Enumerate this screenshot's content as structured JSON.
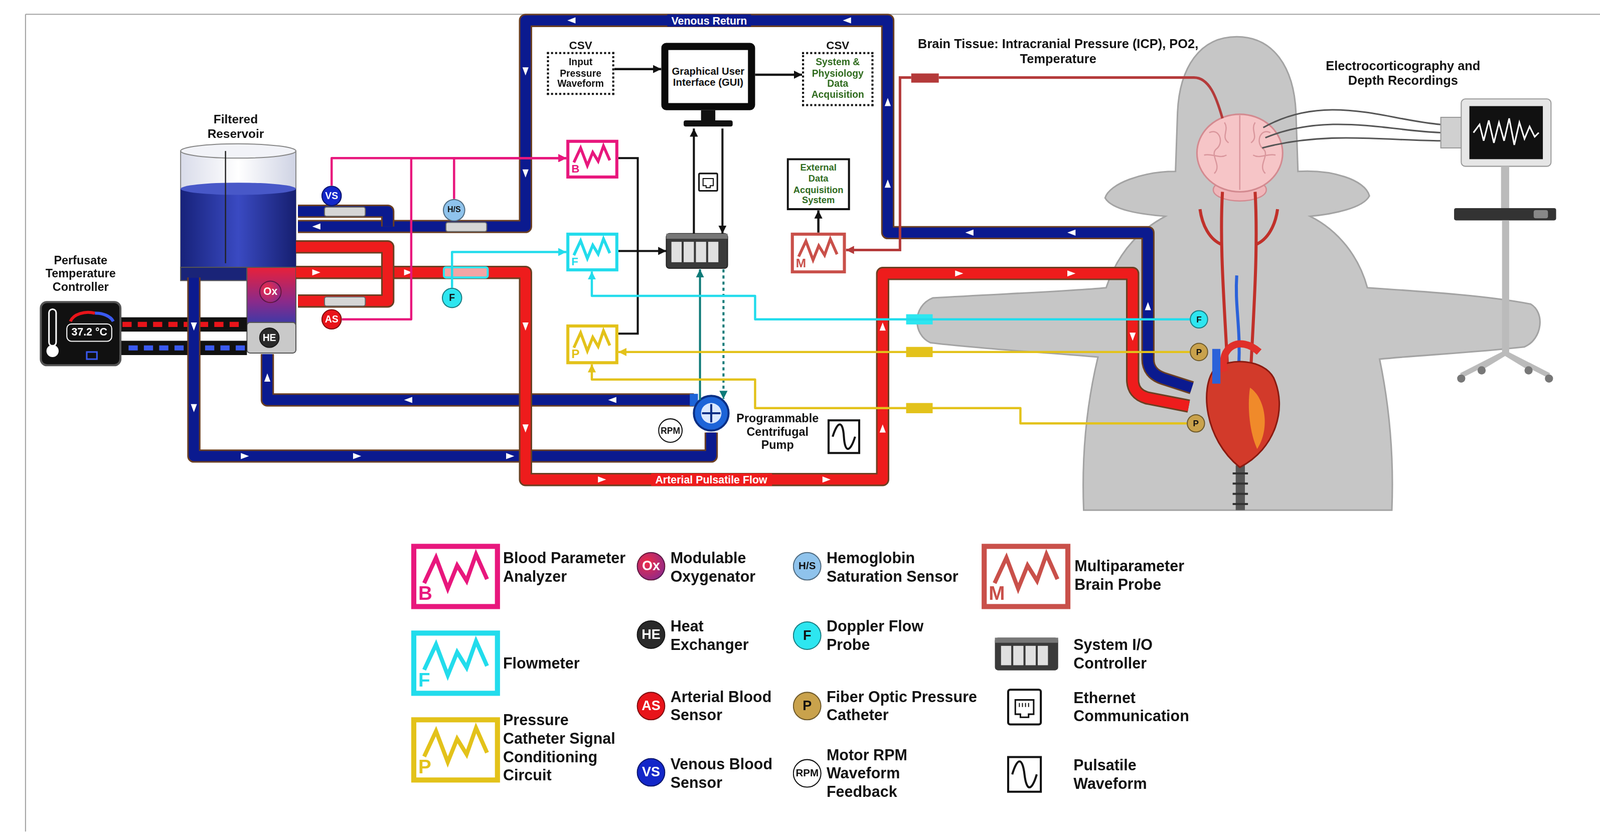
{
  "diagram": {
    "nodes": [
      {
        "text": [
          "Filtered Reservoir"
        ]
      },
      {
        "text": [
          "Perfusate Temperature Controller",
          "37.2 °C"
        ]
      },
      {
        "text": [
          "VS"
        ]
      },
      {
        "text": [
          "H/S"
        ]
      },
      {
        "text": [
          "Ox"
        ]
      },
      {
        "text": [
          "HE"
        ]
      },
      {
        "text": [
          "AS"
        ]
      },
      {
        "text": [
          "F"
        ]
      },
      {
        "text": [
          "CSV",
          "Input Pressure Waveform"
        ]
      },
      {
        "text": [
          "Graphical User Interface (GUI)"
        ]
      },
      {
        "text": [
          "CSV",
          "System & Physiology Data Acquisition"
        ]
      },
      {
        "text": [
          "B"
        ]
      },
      {
        "text": [
          "F"
        ]
      },
      {
        "text": [
          "P"
        ]
      },
      {
        "text": [
          "External Data Acquisition System"
        ]
      },
      {
        "text": [
          "M"
        ]
      },
      {
        "text": [
          "RPM"
        ]
      },
      {
        "text": [
          "Programmable Centrifugal Pump"
        ]
      },
      {
        "text": [
          "Electrocorticography and Depth Recordings"
        ]
      },
      {
        "text": [
          "F"
        ]
      },
      {
        "text": [
          "P"
        ]
      },
      {
        "text": [
          "P"
        ]
      }
    ],
    "edges": [
      {
        "from": 2,
        "to": 11,
        "arrow": "to"
      },
      {
        "from": 3,
        "to": 11,
        "arrow": "to"
      },
      {
        "from": 6,
        "to": 11,
        "arrow": "to"
      },
      {
        "from": 7,
        "to": 12,
        "arrow": "to"
      },
      {
        "from": 19,
        "to": 12,
        "arrow": "to"
      },
      {
        "from": 20,
        "to": 13,
        "arrow": "to"
      },
      {
        "from": 21,
        "to": 13,
        "arrow": "to"
      },
      {
        "from": 8,
        "to": 9,
        "arrow": "to"
      },
      {
        "from": 9,
        "to": 10,
        "arrow": "to"
      },
      {
        "from": 15,
        "to": 14,
        "arrow": "to"
      }
    ],
    "labels": [
      "Venous Return",
      "Arterial Pulsatile Flow",
      "Brain Tissue: Intracranial Pressure (ICP), PO2, Temperature",
      "B",
      "F",
      "P",
      "Ox",
      "HE",
      "AS",
      "VS",
      "H/S",
      "F",
      "P",
      "RPM",
      "M"
    ],
    "legend": [
      {
        "text": "Blood Parameter Analyzer"
      },
      {
        "text": "Flowmeter"
      },
      {
        "text": "Pressure Catheter Signal Conditioning Circuit"
      },
      {
        "text": "Modulable Oxygenator"
      },
      {
        "text": "Heat Exchanger"
      },
      {
        "text": "Arterial Blood Sensor"
      },
      {
        "text": "Venous Blood Sensor"
      },
      {
        "text": "Hemoglobin Saturation Sensor"
      },
      {
        "text": "Doppler Flow Probe"
      },
      {
        "text": "Fiber Optic Pressure Catheter"
      },
      {
        "text": "Motor RPM Waveform Feedback"
      },
      {
        "text": "Multiparameter Brain Probe"
      },
      {
        "text": "System I/O Controller"
      },
      {
        "text": "Ethernet Communication"
      },
      {
        "text": "Pulsatile Waveform"
      }
    ]
  }
}
